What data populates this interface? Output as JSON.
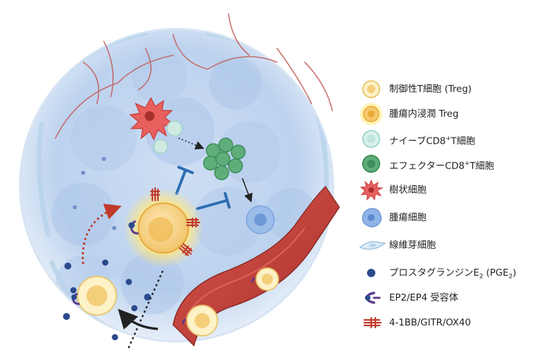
{
  "legend": {
    "items": [
      {
        "id": "treg",
        "label": "制御性T細胞 (Treg)",
        "icon": "treg-cell-icon"
      },
      {
        "id": "tumor-treg",
        "label": "腫瘍内浸潤 Treg",
        "icon": "tumor-infiltrating-treg-icon"
      },
      {
        "id": "naive",
        "label_pre": "ナイーブCD8",
        "label_sup": "+",
        "label_post": "T細胞",
        "icon": "naive-cd8-t-cell-icon"
      },
      {
        "id": "effector",
        "label_pre": "エフェクターCD8",
        "label_sup": "+",
        "label_post": "T細胞",
        "icon": "effector-cd8-t-cell-icon"
      },
      {
        "id": "dendritic",
        "label": "樹状細胞",
        "icon": "dendritic-cell-icon"
      },
      {
        "id": "tumor",
        "label": "腫瘍細胞",
        "icon": "tumor-cell-icon"
      },
      {
        "id": "fibroblast",
        "label": "線維芽細胞",
        "icon": "fibroblast-icon"
      },
      {
        "id": "pge2",
        "label_pre": "プロスタグランジンE",
        "label_sub": "2",
        "label_mid": " (PGE",
        "label_sub2": "2",
        "label_post": ")",
        "icon": "prostaglandin-e2-icon"
      },
      {
        "id": "ep",
        "label": "EP2/EP4 受容体",
        "icon": "ep-receptor-icon"
      },
      {
        "id": "cost",
        "label": "4-1BB/GITR/OX40",
        "icon": "costimulatory-receptor-icon"
      }
    ]
  },
  "colors": {
    "treg": "#f5c76a",
    "naive": "#bfe3dd",
    "effector": "#5fae79",
    "dendritic": "#e8605e",
    "tumor": "#8fb4e8",
    "fibroblast": "#c8dff0",
    "pge2": "#2b4a8c",
    "receptor": "#5b3a8c",
    "costim": "#c0392b",
    "vessel": "#c0443d",
    "inhibition": "#2e6db4"
  }
}
